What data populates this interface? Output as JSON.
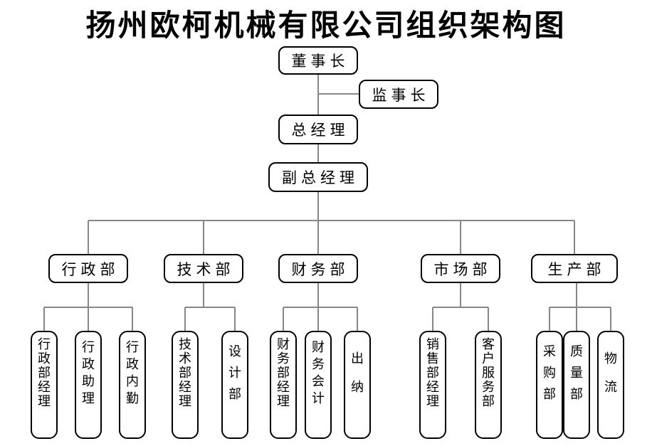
{
  "title": "扬州欧柯机械有限公司组织架构图",
  "org": {
    "chairman": {
      "label": "董事长"
    },
    "supervisor": {
      "label": "监事长"
    },
    "general_manager": {
      "label": "总经理"
    },
    "deputy_general_manager": {
      "label": "副总经理"
    },
    "departments": [
      {
        "label": "行政部",
        "children": [
          {
            "label": "行政部经理"
          },
          {
            "label": "行政助理"
          },
          {
            "label": "行政内勤"
          }
        ]
      },
      {
        "label": "技术部",
        "children": [
          {
            "label": "技术部经理"
          },
          {
            "label": "设计部"
          }
        ]
      },
      {
        "label": "财务部",
        "children": [
          {
            "label": "财务部经理"
          },
          {
            "label": "财务会计"
          },
          {
            "label": "出纳"
          }
        ]
      },
      {
        "label": "市场部",
        "children": [
          {
            "label": "销售部经理"
          },
          {
            "label": "客户服务部"
          }
        ]
      },
      {
        "label": "生产部",
        "children": [
          {
            "label": "采购部"
          },
          {
            "label": "质量部"
          },
          {
            "label": "物流"
          }
        ]
      }
    ]
  },
  "colors": {
    "background": "#ffffff",
    "box_border": "#000000",
    "text": "#000000",
    "connector_line": "#878787"
  }
}
